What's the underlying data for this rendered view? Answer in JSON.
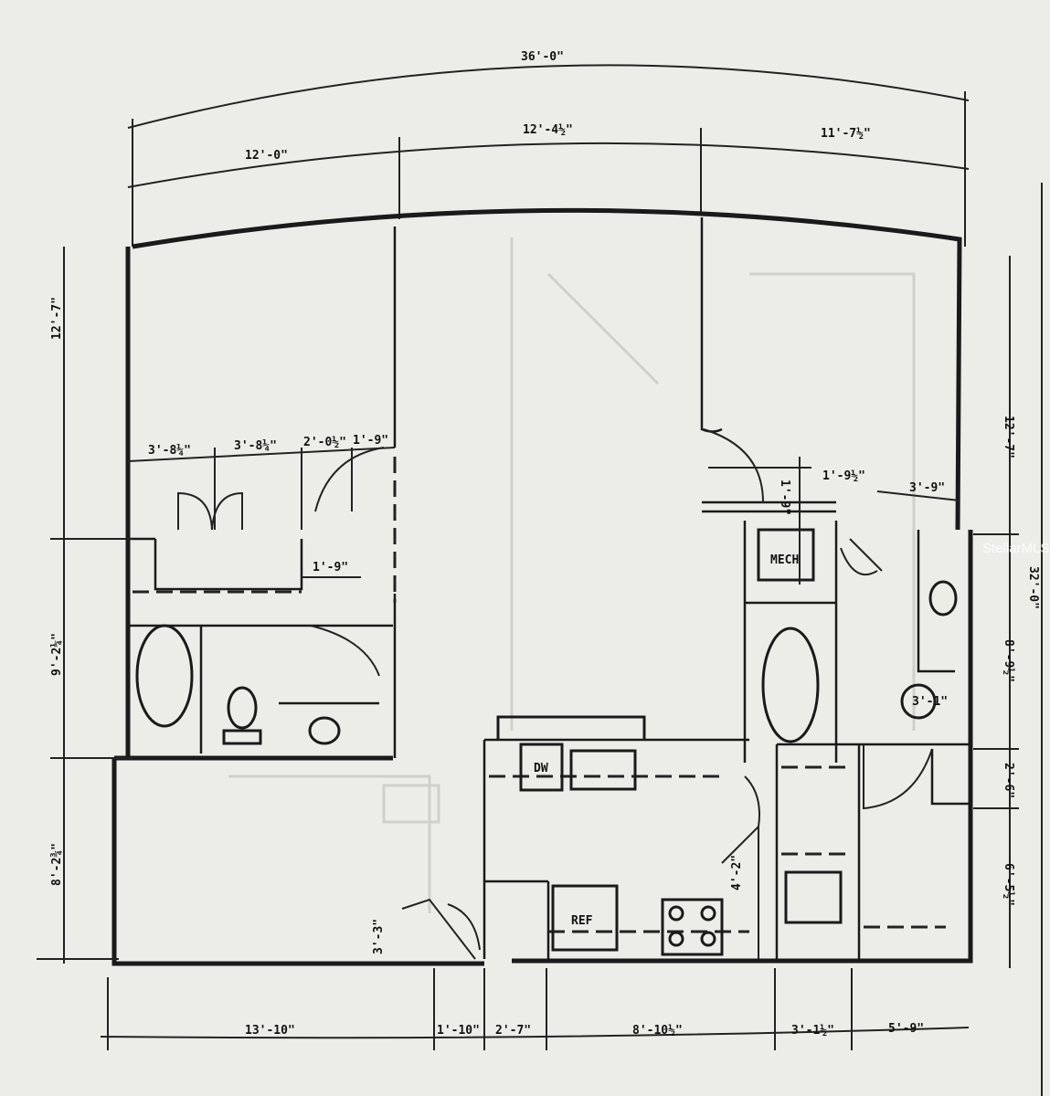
{
  "plan": {
    "dims_top": {
      "overall": "36'-0\"",
      "left": "12'-0\"",
      "middle": "12'-4½\"",
      "right": "11'-7½\""
    },
    "dims_left": {
      "upper": "12'-7\"",
      "middle": "9'-2¼\"",
      "lower": "8'-2¾\"",
      "entry": "3'-3\""
    },
    "dims_right": {
      "upper": "12'-7\"",
      "overall": "32'-0\"",
      "bath": "8'-9½\"",
      "closet": "2'-6\"",
      "laundry": "6'-5½\""
    },
    "dims_bottom": [
      "13'-10\"",
      "1'-10\"",
      "2'-7\"",
      "8'-10½\"",
      "3'-1½\"",
      "5'-9\""
    ],
    "dims_interior": {
      "closet_a": "3'-8¼\"",
      "closet_b": "3'-8¼\"",
      "closet_c": "2'-0½\"",
      "closet_d": "1'-9\"",
      "hall": "1'-9\"",
      "mech_v": "1'-9\"",
      "mech_h": "1'-9½\"",
      "bath_w": "3'-9\"",
      "toilet": "3'-1\"",
      "kitchen": "4'-2\""
    },
    "fixtures": {
      "mech": "MECH",
      "dishwasher": "DW",
      "refrigerator": "REF"
    },
    "watermark": "StellarMLS"
  }
}
